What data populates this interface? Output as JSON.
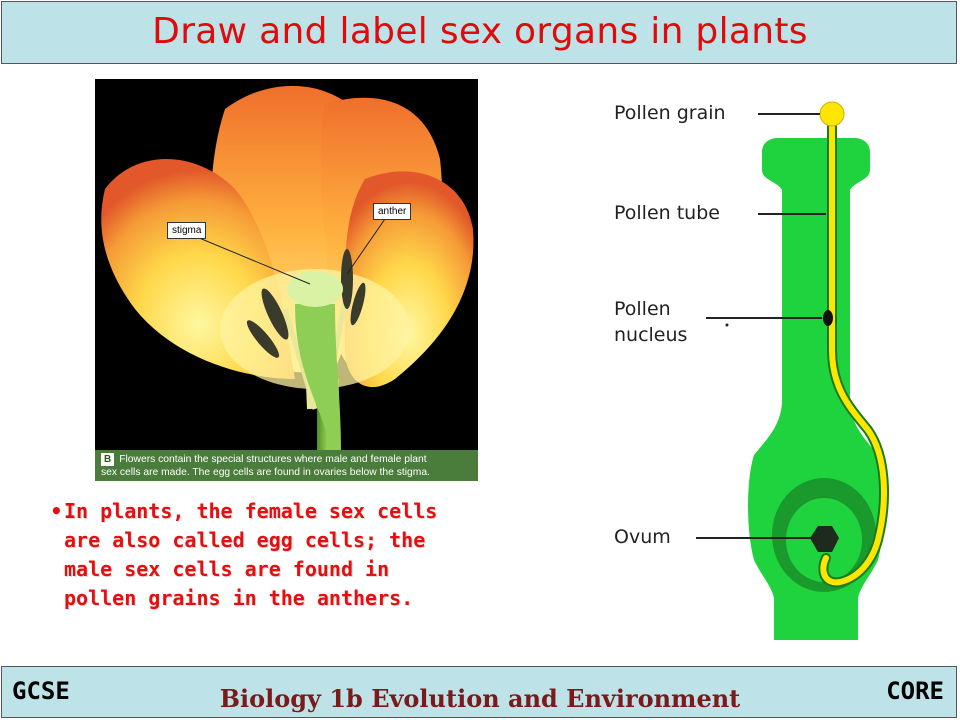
{
  "header": {
    "title": "Draw and label sex organs in plants"
  },
  "photo": {
    "callouts": {
      "stigma": "stigma",
      "anther": "anther"
    },
    "caption": {
      "figure_letter": "B",
      "line1": "Flowers contain the special structures where male and female plant",
      "line2": "sex cells are made. The egg cells are found in ovaries below the stigma."
    }
  },
  "bullet": {
    "symbol": "•",
    "lines": [
      "In plants, the female sex cells",
      "are also called egg cells; the",
      "male sex cells are found in",
      "pollen grains in the anthers."
    ]
  },
  "diagram": {
    "labels": {
      "pollen_grain": "Pollen grain",
      "pollen_tube": "Pollen tube",
      "pollen_nucleus_1": "Pollen",
      "pollen_nucleus_2": "nucleus",
      "ovum": "Ovum"
    },
    "colors": {
      "green": "#1ed33e",
      "dark_green": "#1a9a2c",
      "yellow": "#ffe600"
    }
  },
  "footer": {
    "left": "GCSE",
    "center": "Biology 1b Evolution and Environment",
    "right": "CORE"
  }
}
